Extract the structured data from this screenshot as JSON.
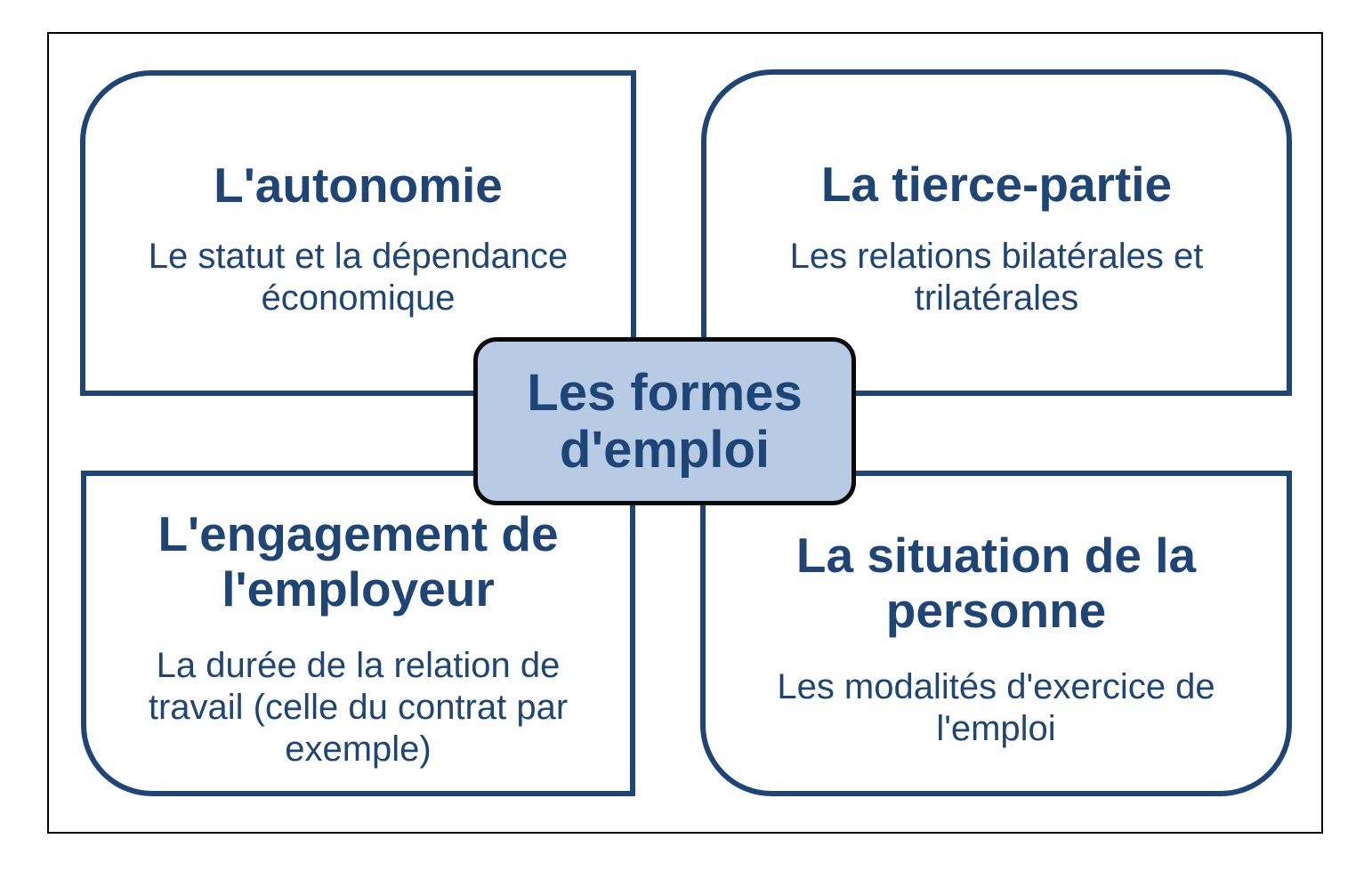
{
  "colors": {
    "accent": "#1f4577",
    "center_fill": "#b8cbe4",
    "center_border": "#0a0a0a",
    "frame": "#000000"
  },
  "center": {
    "title": "Les formes d'emploi"
  },
  "quadrants": [
    {
      "title": "L'autonomie",
      "description": "Le statut et la dépendance économique"
    },
    {
      "title": "La tierce-partie",
      "description": "Les relations bilatérales et trilatérales"
    },
    {
      "title": "L'engagement de l'employeur",
      "description": "La durée de la relation de travail (celle du contrat par exemple)"
    },
    {
      "title": "La situation de la personne",
      "description": "Les modalités d'exercice de l'emploi"
    }
  ]
}
